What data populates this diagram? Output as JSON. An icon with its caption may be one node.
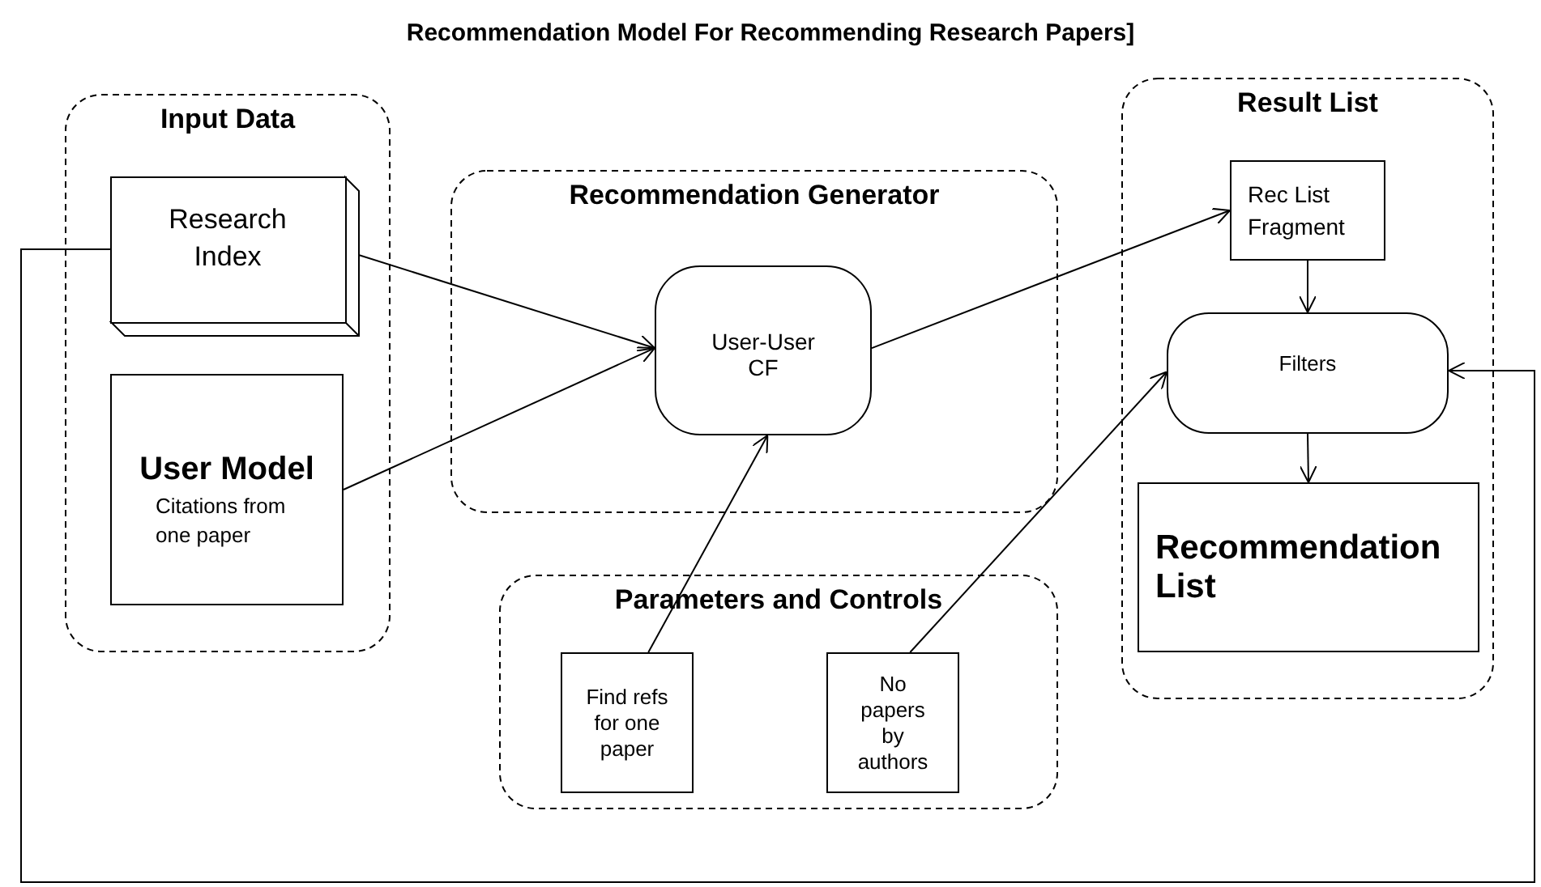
{
  "diagram": {
    "title": "Recommendation Model For Recommending Research Papers]",
    "nodes": [
      {
        "text": [
          "Input Data"
        ]
      },
      {
        "text": [
          "Research Index"
        ],
        "in": 0
      },
      {
        "text": [
          "User Model",
          "Citations from one paper"
        ],
        "in": 0
      },
      {
        "text": [
          "Recommendation Generator"
        ]
      },
      {
        "text": [
          "User-User CF"
        ],
        "in": 3
      },
      {
        "text": [
          "Parameters and Controls"
        ]
      },
      {
        "text": [
          "Find refs for one paper"
        ],
        "in": 5
      },
      {
        "text": [
          "No papers by authors"
        ],
        "in": 5
      },
      {
        "text": [
          "Result List"
        ]
      },
      {
        "text": [
          "Rec List Fragment"
        ],
        "in": 8
      },
      {
        "text": [
          "Filters"
        ],
        "in": 8
      },
      {
        "text": [
          "Recommendation List"
        ],
        "in": 8
      }
    ],
    "edges": [
      {
        "from": 1,
        "to": 4,
        "arrow": "to"
      },
      {
        "from": 2,
        "to": 4,
        "arrow": "to"
      },
      {
        "from": 4,
        "to": 9,
        "arrow": "to"
      },
      {
        "from": 6,
        "to": 4,
        "arrow": "to"
      },
      {
        "from": 7,
        "to": 10,
        "arrow": "to"
      },
      {
        "from": 9,
        "to": 10,
        "arrow": "to"
      },
      {
        "from": 10,
        "to": 11,
        "arrow": "to"
      },
      {
        "from": 1,
        "to": 10,
        "arrow": "to"
      }
    ]
  }
}
